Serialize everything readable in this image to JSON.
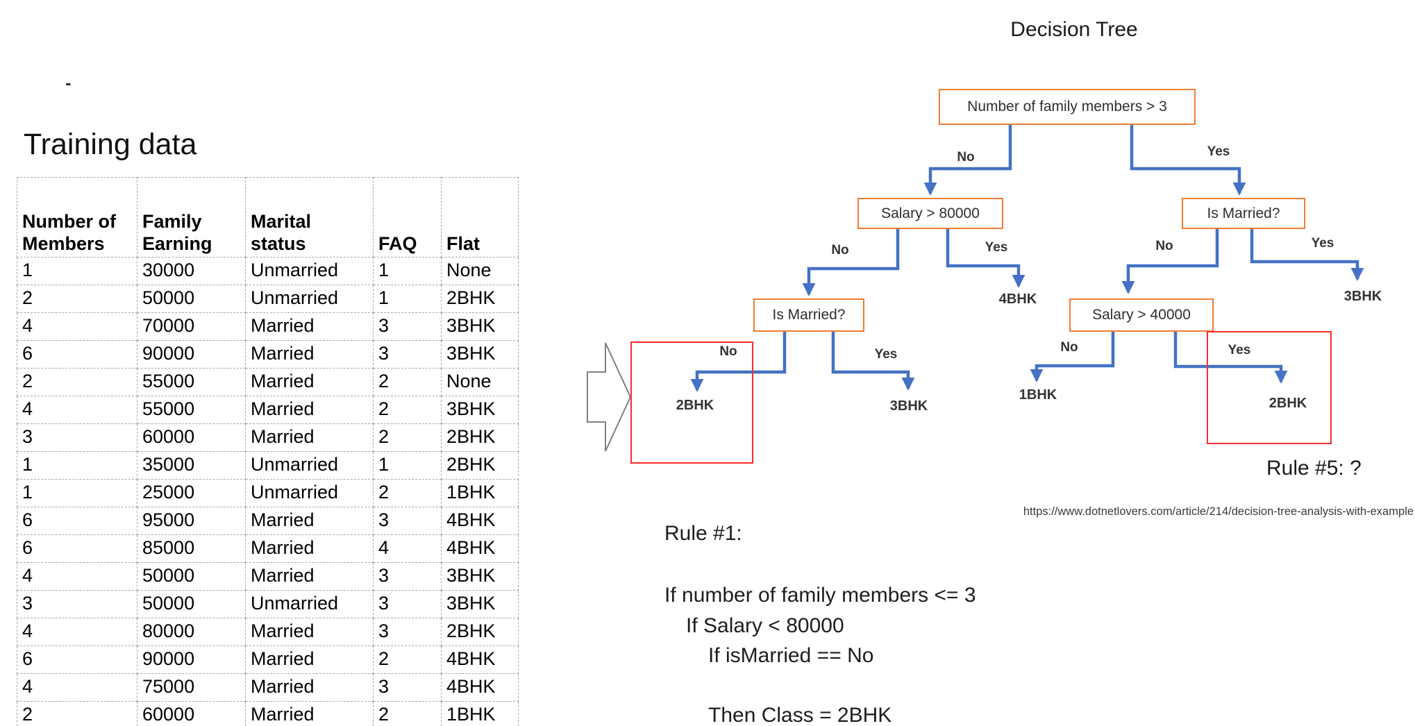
{
  "colors": {
    "node_border": "#ED7D31",
    "connector_blue": "#4472C4",
    "highlight_red": "#FF2B2B",
    "arrow_outline_gray": "#7f7f7f",
    "table_border": "#a6a6a6"
  },
  "misc": {
    "stray_dash": "-"
  },
  "training": {
    "title": "Training data",
    "table": {
      "headers": [
        "Number of Members",
        "Family Earning",
        "Marital status",
        "FAQ",
        "Flat"
      ],
      "rows": [
        [
          "1",
          "30000",
          "Unmarried",
          "1",
          "None"
        ],
        [
          "2",
          "50000",
          "Unmarried",
          "1",
          "2BHK"
        ],
        [
          "4",
          "70000",
          "Married",
          "3",
          "3BHK"
        ],
        [
          "6",
          "90000",
          "Married",
          "3",
          "3BHK"
        ],
        [
          "2",
          "55000",
          "Married",
          "2",
          "None"
        ],
        [
          "4",
          "55000",
          "Married",
          "2",
          "3BHK"
        ],
        [
          "3",
          "60000",
          "Married",
          "2",
          "2BHK"
        ],
        [
          "1",
          "35000",
          "Unmarried",
          "1",
          "2BHK"
        ],
        [
          "1",
          "25000",
          "Unmarried",
          "2",
          "1BHK"
        ],
        [
          "6",
          "95000",
          "Married",
          "3",
          "4BHK"
        ],
        [
          "6",
          "85000",
          "Married",
          "4",
          "4BHK"
        ],
        [
          "4",
          "50000",
          "Married",
          "3",
          "3BHK"
        ],
        [
          "3",
          "50000",
          "Unmarried",
          "3",
          "3BHK"
        ],
        [
          "4",
          "80000",
          "Married",
          "3",
          "2BHK"
        ],
        [
          "6",
          "90000",
          "Married",
          "2",
          "4BHK"
        ],
        [
          "4",
          "75000",
          "Married",
          "3",
          "4BHK"
        ],
        [
          "2",
          "60000",
          "Married",
          "2",
          "1BHK"
        ]
      ]
    }
  },
  "tree": {
    "title": "Decision Tree",
    "nodes": {
      "root": "Number of family members > 3",
      "salary80k": "Salary > 80000",
      "married_right": "Is Married?",
      "married_left": "Is Married?",
      "salary40k": "Salary > 40000"
    },
    "labels": {
      "yes": "Yes",
      "no": "No"
    },
    "leaves": {
      "salary80k_yes": "4BHK",
      "married_right_yes": "3BHK",
      "married_left_no": "2BHK",
      "married_left_yes": "3BHK",
      "salary40k_no": "1BHK",
      "salary40k_yes": "2BHK"
    },
    "rule5": "Rule #5: ?",
    "source_url": "https://www.dotnetlovers.com/article/214/decision-tree-analysis-with-example"
  },
  "rules": {
    "title": "Rule #1:",
    "line1": "If number of family members <= 3",
    "line2": "If Salary < 80000",
    "line3": "If isMarried == No",
    "line4": "Then Class = 2BHK"
  }
}
